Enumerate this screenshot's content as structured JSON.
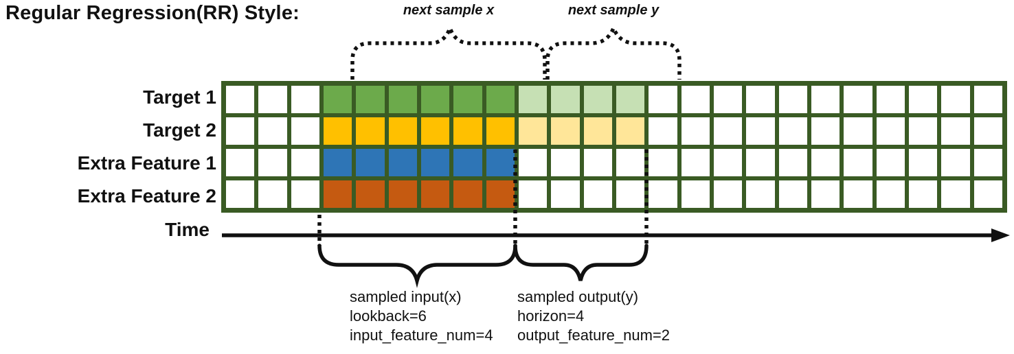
{
  "title": "Regular Regression(RR) Style:",
  "top_annotations": {
    "next_sample_x": "next sample x",
    "next_sample_y": "next sample y"
  },
  "grid": {
    "columns": 24,
    "input_start_col": 3,
    "input_cols": 6,
    "output_cols": 4,
    "border_color": "#3A5B24",
    "empty_color": "#FFFFFF",
    "rows": [
      {
        "label": "Target 1",
        "input_color": "#6CAA4B",
        "output_color": "#C6E0B4"
      },
      {
        "label": "Target 2",
        "input_color": "#FFC000",
        "output_color": "#FFE699"
      },
      {
        "label": "Extra Feature 1",
        "input_color": "#2E75B6",
        "output_color": null
      },
      {
        "label": "Extra Feature 2",
        "input_color": "#C55A11",
        "output_color": null
      }
    ]
  },
  "time_axis": {
    "label": "Time"
  },
  "bottom_annotations": {
    "input": {
      "line1": "sampled input(x)",
      "line2": "lookback=6",
      "line3": "input_feature_num=4"
    },
    "output": {
      "line1": "sampled output(y)",
      "line2": "horizon=4",
      "line3": "output_feature_num=2"
    }
  }
}
